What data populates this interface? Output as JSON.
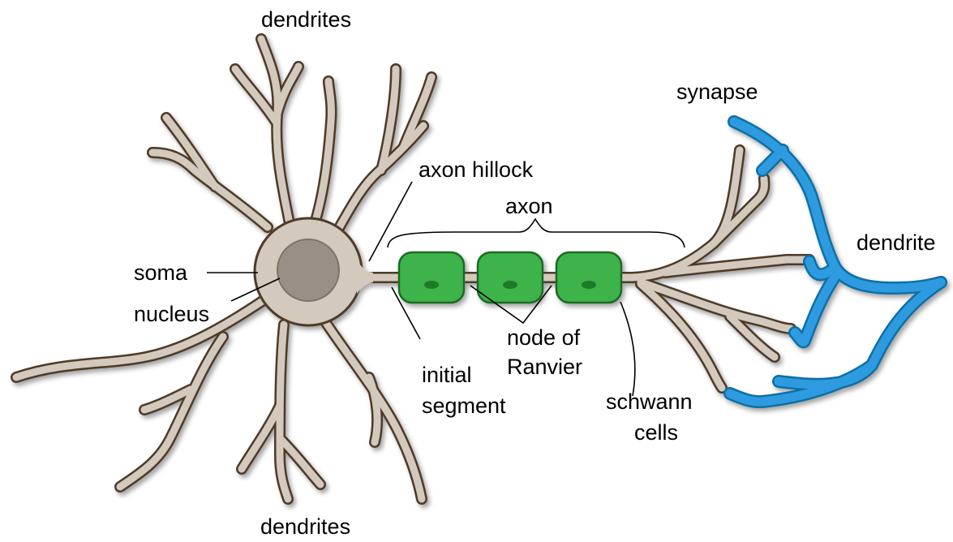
{
  "labels": {
    "dendrites_top": "dendrites",
    "dendrites_bottom": "dendrites",
    "axon_hillock": "axon hillock",
    "axon": "axon",
    "synapse": "synapse",
    "dendrite": "dendrite",
    "soma": "soma",
    "nucleus": "nucleus",
    "initial_line1": "initial",
    "initial_line2": "segment",
    "node_line1": "node of",
    "node_line2": "Ranvier",
    "schwann_line1": "schwann",
    "schwann_line2": "cells"
  },
  "colors": {
    "cell_fill": "#d3c9bd",
    "cell_outline": "#4d3a28",
    "nucleus_fill": "#9a8f87",
    "myelin_fill": "#3cb34a",
    "myelin_outline": "#1f6b27",
    "synapse_blue": "#2e9be0"
  }
}
